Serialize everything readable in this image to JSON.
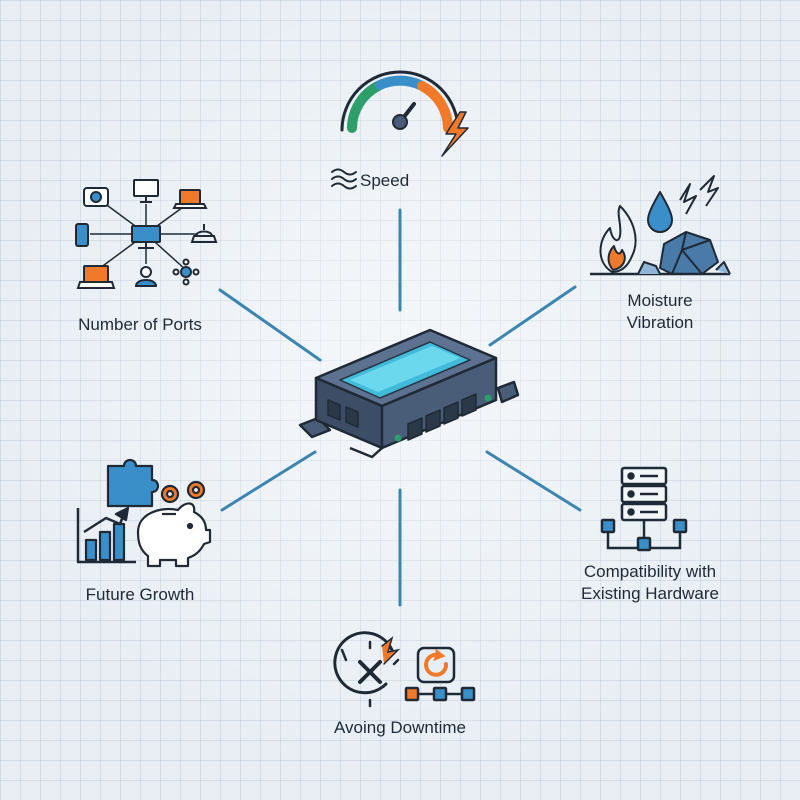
{
  "center": {
    "icon": "network-switch-icon"
  },
  "factors": [
    {
      "id": "speed",
      "label": "Speed",
      "icon": "speedometer-icon"
    },
    {
      "id": "moisture-vibration",
      "lines": [
        "Moisture",
        "Vibration"
      ],
      "icon": "fire-water-lightning-rock-icon"
    },
    {
      "id": "compatibility",
      "lines": [
        "Compatibility with",
        "Existing Hardware"
      ],
      "icon": "server-rack-icon"
    },
    {
      "id": "avoiding-downtime",
      "label": "Avoing Downtime",
      "icon": "clock-failure-restore-icon"
    },
    {
      "id": "future-growth",
      "label": "Future Growth",
      "icon": "growth-chart-piggy-bank-icon"
    },
    {
      "id": "number-of-ports",
      "label": "Number of Ports",
      "icon": "connected-devices-icon"
    }
  ],
  "colors": {
    "line": "#3b86b0",
    "stroke": "#1f2a36",
    "accent_green": "#2e9e6b",
    "accent_orange": "#f07a2a",
    "accent_blue": "#3b8fc9",
    "switch_body": "#4a5d78",
    "switch_glow": "#3ec8e8"
  }
}
